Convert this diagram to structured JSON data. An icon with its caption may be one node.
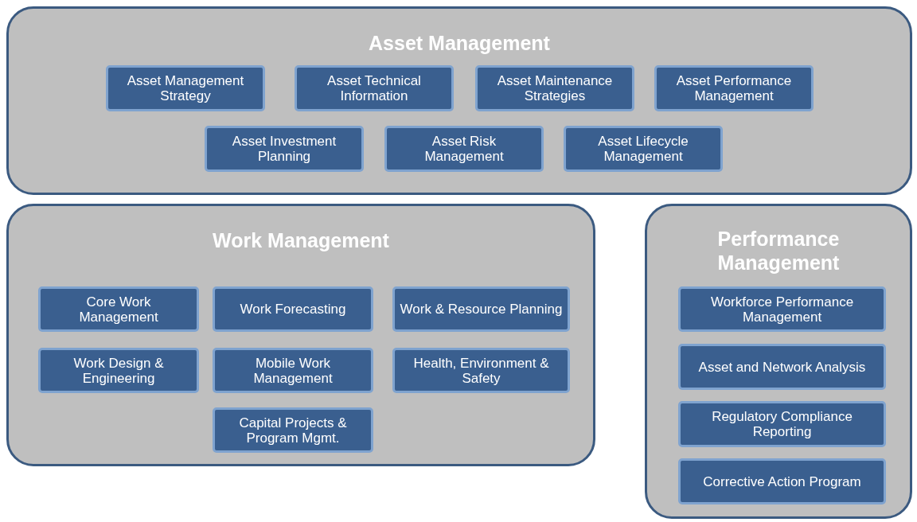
{
  "diagram": {
    "nodes": [
      {
        "text": [
          "Asset Management"
        ]
      },
      {
        "text": [
          "Asset Management Strategy"
        ],
        "in": 0
      },
      {
        "text": [
          "Asset Technical Information"
        ],
        "in": 0
      },
      {
        "text": [
          "Asset Maintenance Strategies"
        ],
        "in": 0
      },
      {
        "text": [
          "Asset Performance Management"
        ],
        "in": 0
      },
      {
        "text": [
          "Asset Investment Planning"
        ],
        "in": 0
      },
      {
        "text": [
          "Asset Risk Management"
        ],
        "in": 0
      },
      {
        "text": [
          "Asset Lifecycle Management"
        ],
        "in": 0
      },
      {
        "text": [
          "Work Management"
        ]
      },
      {
        "text": [
          "Core Work Management"
        ],
        "in": 8
      },
      {
        "text": [
          "Work Forecasting"
        ],
        "in": 8
      },
      {
        "text": [
          "Work & Resource Planning"
        ],
        "in": 8
      },
      {
        "text": [
          "Work Design & Engineering"
        ],
        "in": 8
      },
      {
        "text": [
          "Mobile Work Management"
        ],
        "in": 8
      },
      {
        "text": [
          "Health, Environment & Safety"
        ],
        "in": 8
      },
      {
        "text": [
          "Capital Projects & Program Mgmt."
        ],
        "in": 8
      },
      {
        "text": [
          "Performance Management"
        ]
      },
      {
        "text": [
          "Workforce Performance Management"
        ],
        "in": 16
      },
      {
        "text": [
          "Asset and Network Analysis"
        ],
        "in": 16
      },
      {
        "text": [
          "Regulatory Compliance Reporting"
        ],
        "in": 16
      },
      {
        "text": [
          "Corrective Action Program"
        ],
        "in": 16
      }
    ]
  }
}
